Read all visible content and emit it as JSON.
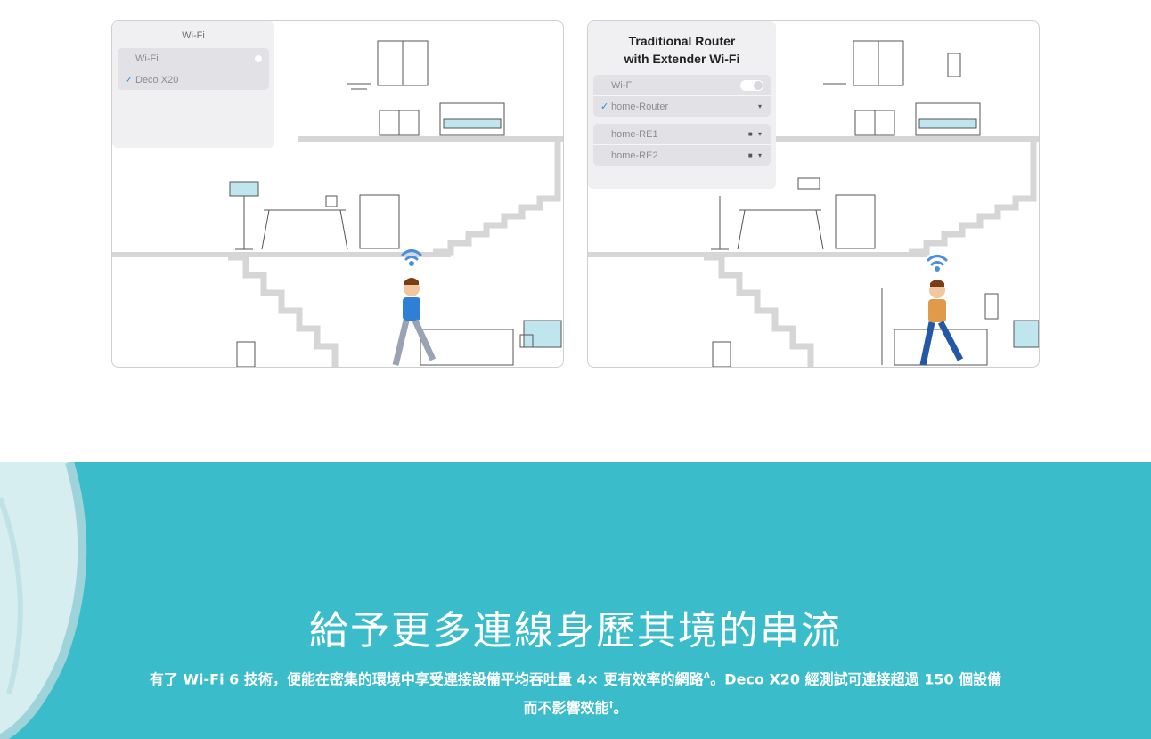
{
  "left_panel": {
    "wifi_header": "Wi-Fi",
    "wifi_row": "Wi-Fi",
    "selected_network": "Deco X20",
    "check_mark": "✓"
  },
  "right_panel": {
    "title_line1": "Traditional Router",
    "title_line2": "with Extender Wi-Fi",
    "wifi_row": "Wi-Fi",
    "selected_network": "home-Router",
    "check_mark": "✓",
    "other_networks": [
      "home-RE1",
      "home-RE2"
    ]
  },
  "promo": {
    "title": "給予更多連線身歷其境的串流",
    "desc_part1": "有了 Wi-Fi 6 技術，便能在密集的環境中享受連接設備平均吞吐量 4× 更有效率的網路",
    "desc_sup1": "Δ",
    "desc_part2": "。Deco X20 經測試可連接超過 150 個設備",
    "desc_line2": "而不影響效能",
    "desc_sup2": "†",
    "desc_end": "。"
  },
  "colors": {
    "teal_band": "#3bbcca",
    "check_blue": "#1e8fd8",
    "wifi_signal": "#4a8fe0",
    "shirt_blue": "#2f7fd6",
    "shirt_orange": "#e09b4a"
  }
}
